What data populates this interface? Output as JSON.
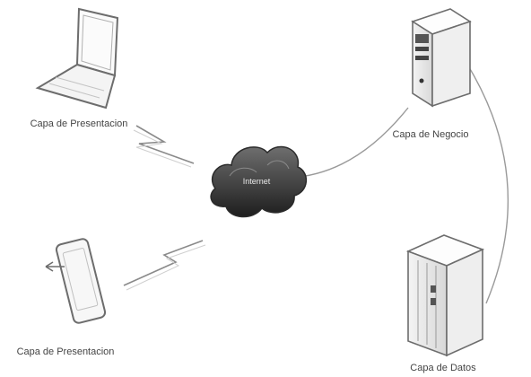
{
  "nodes": {
    "laptop": {
      "label": "Capa de Presentacion",
      "icon": "laptop-icon"
    },
    "tablet": {
      "label": "Capa de Presentacion",
      "icon": "tablet-icon"
    },
    "cloud": {
      "label": "Internet",
      "icon": "cloud-icon"
    },
    "business_server": {
      "label": "Capa de Negocio",
      "icon": "server-icon"
    },
    "data_server": {
      "label": "Capa de Datos",
      "icon": "server-rack-icon"
    }
  },
  "links": [
    {
      "from": "laptop",
      "to": "cloud",
      "kind": "wireless"
    },
    {
      "from": "tablet",
      "to": "cloud",
      "kind": "wireless"
    },
    {
      "from": "cloud",
      "to": "business_server",
      "kind": "wired"
    },
    {
      "from": "business_server",
      "to": "data_server",
      "kind": "wired"
    }
  ]
}
